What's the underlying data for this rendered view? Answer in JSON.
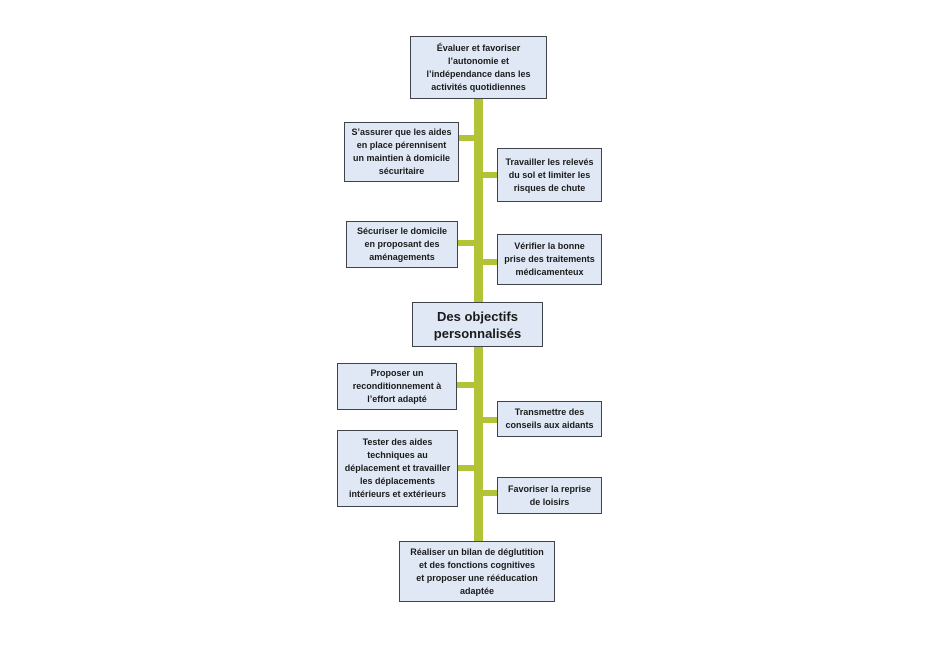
{
  "diagram": {
    "type": "flowchart",
    "accent_color": "#b2c335",
    "node_fill": "#dfe8f4",
    "node_border_color": "#3f444b",
    "title": "Des objectifs\npersonnalisés",
    "nodes": {
      "top": "Évaluer et favoriser\nl’autonomie et\nl’indépendance dans les\nactivités quotidiennes",
      "left1": "S’assurer que les aides\nen place pérennisent\nun maintien à domicile\nsécuritaire",
      "right1": "Travailler les relevés\ndu sol et limiter les\nrisques de chute",
      "left2": "Sécuriser le domicile\nen proposant des\naménagements",
      "right2": "Vérifier la bonne\nprise des traitements\nmédicamenteux",
      "left3": "Proposer un\nreconditionnement à\nl’effort adapté",
      "right3": "Transmettre des\nconseils aux aidants",
      "left4": "Tester des aides\ntechniques au\ndéplacement et travailler\nles déplacements\nintérieurs et extérieurs",
      "right4": "Favoriser la reprise\nde loisirs",
      "bottom": "Réaliser un bilan de déglutition\net des fonctions cognitives\net proposer une rééducation\nadaptée"
    }
  }
}
